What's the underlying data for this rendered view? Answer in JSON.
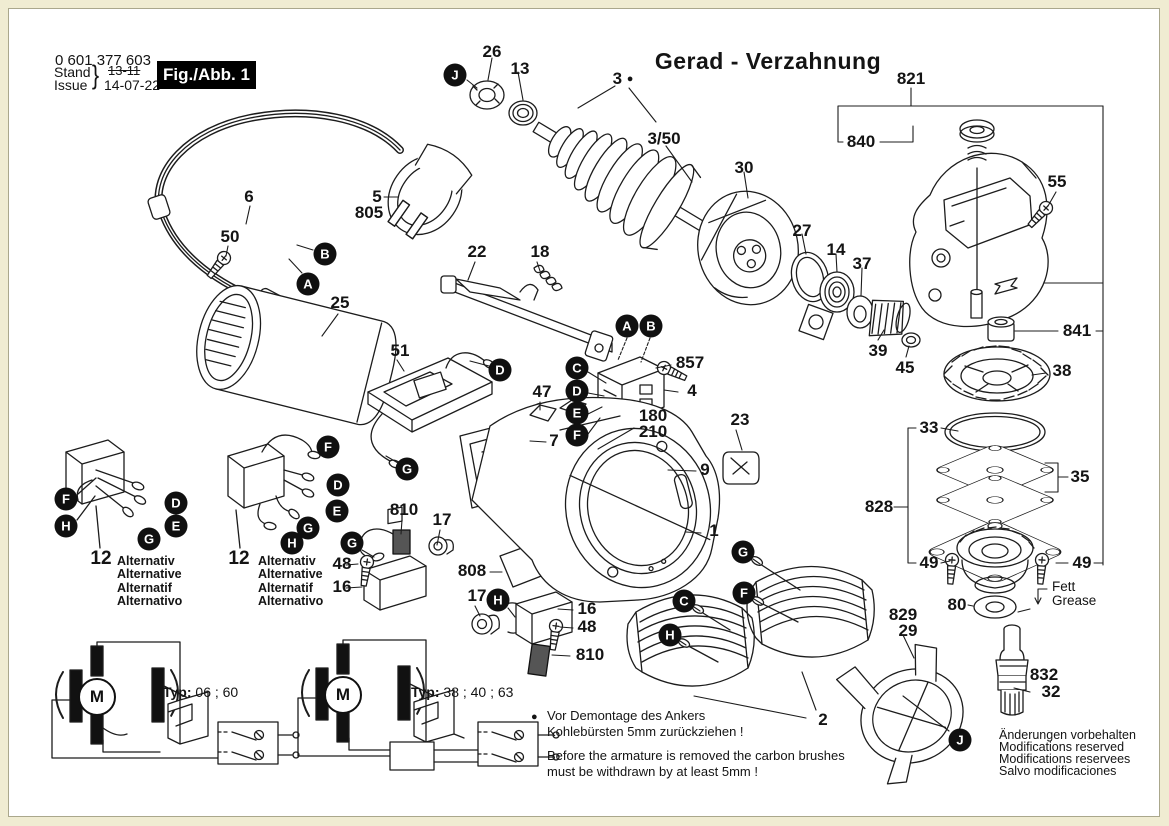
{
  "header": {
    "part_number": "0 601 377 603",
    "stand": "Stand",
    "issue": "Issue",
    "brace": "}",
    "date_old": "13-11",
    "date": "14-07-22",
    "fig": "Fig./Abb. 1",
    "title": "Gerad - Verzahnung"
  },
  "parts": {
    "1": "1",
    "2": "2",
    "3": "3",
    "4": "4",
    "5": "5",
    "6": "6",
    "7": "7",
    "9": "9",
    "12": "12",
    "13": "13",
    "14": "14",
    "16": "16",
    "17": "17",
    "18": "18",
    "22": "22",
    "23": "23",
    "25": "25",
    "26": "26",
    "27": "27",
    "29": "29",
    "30": "30",
    "32": "32",
    "33": "33",
    "35": "35",
    "37": "37",
    "38": "38",
    "39": "39",
    "45": "45",
    "47": "47",
    "48": "48",
    "49": "49",
    "50": "50",
    "51": "51",
    "55": "55",
    "80": "80",
    "180": "180",
    "210": "210",
    "805": "805",
    "808": "808",
    "810": "810",
    "821": "821",
    "828": "828",
    "829": "829",
    "832": "832",
    "840": "840",
    "841": "841",
    "857": "857",
    "slash350": "3/50",
    "dot": "●"
  },
  "callouts": {
    "A": "A",
    "B": "B",
    "C": "C",
    "D": "D",
    "E": "E",
    "F": "F",
    "G": "G",
    "H": "H",
    "J": "J",
    "M": "M"
  },
  "alternativ": [
    "Alternativ",
    "Alternative",
    "Alternatif",
    "Alternativo"
  ],
  "typ": {
    "label": "Typ:",
    "a": "06 ; 60",
    "b": "38 ; 40 ; 63"
  },
  "notes": {
    "bullet": "●",
    "de1": "Vor Demontage des Ankers",
    "de2": "Kohlebürsten 5mm zurückziehen !",
    "en1": "Before the armature is removed the carbon brushes",
    "en2": "must be withdrawn by at least 5mm !"
  },
  "grease": {
    "de": "Fett",
    "en": "Grease"
  },
  "footer": {
    "lines": [
      "Änderungen vorbehalten",
      "Modifications reserved",
      "Modifications reservees",
      "Salvo modificaciones"
    ]
  }
}
